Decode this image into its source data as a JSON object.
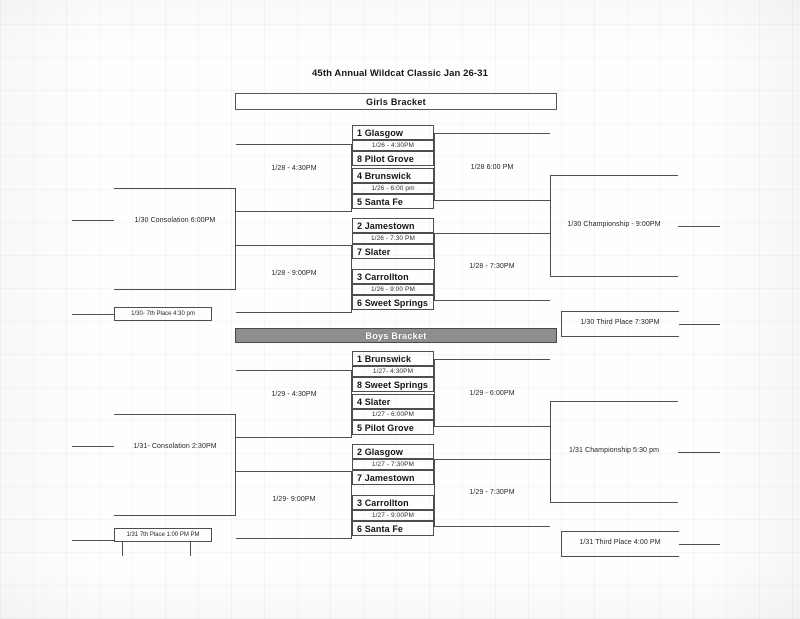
{
  "document": {
    "title": "45th Annual Wildcat Classic Jan 26-31"
  },
  "girls": {
    "header": "Girls Bracket",
    "round1": [
      {
        "seed_team": "1 Glasgow",
        "game": "1/26 - 4:30PM",
        "opponent": "8 Pilot Grove"
      },
      {
        "seed_team": "4 Brunswick",
        "game": "1/26 - 6:00 pm",
        "opponent": "5 Santa Fe"
      },
      {
        "seed_team": "2 Jamestown",
        "game": "1/26 - 7:30 PM",
        "opponent": "7 Slater"
      },
      {
        "seed_team": "3 Carrollton",
        "game": "1/26 - 9:00 PM",
        "opponent": "6 Sweet Springs"
      }
    ],
    "semifinals": [
      "1/28 6:00 PM",
      "1/28 - 7:30PM"
    ],
    "losers_semifinals": [
      "1/28 - 4:30PM",
      "1/28 - 9:00PM"
    ],
    "championship": "1/30 Championship - 9:00PM",
    "consolation": "1/30 Consolation 6:00PM",
    "third_place": "1/30 Third Place 7:30PM",
    "seventh_place": "1/30- 7th Place 4:30 pm"
  },
  "boys": {
    "header": "Boys Bracket",
    "round1": [
      {
        "seed_team": "1 Brunswick",
        "game": "1/27- 4:30PM",
        "opponent": "8 Sweet Springs"
      },
      {
        "seed_team": "4 Slater",
        "game": "1/27 - 6:00PM",
        "opponent": "5 Pilot Grove"
      },
      {
        "seed_team": "2 Glasgow",
        "game": "1/27 - 7:30PM",
        "opponent": "7 Jamestown"
      },
      {
        "seed_team": "3 Carrollton",
        "game": "1/27 - 9:00PM",
        "opponent": "6 Santa Fe"
      }
    ],
    "semifinals": [
      "1/29 - 6:00PM",
      "1/29 - 7:30PM"
    ],
    "losers_semifinals": [
      "1/29 - 4:30PM",
      "1/29- 9:00PM"
    ],
    "championship": "1/31 Championship 5:30 pm",
    "consolation": "1/31- Consolation 2:30PM",
    "third_place": "1/31 Third Place 4:00 PM",
    "seventh_place": "1/31 7th Place 1:00 PM PM"
  },
  "colors": {
    "ink": "#1c1c1c",
    "rule": "#4e4e52",
    "boys_bar_fill": "#8e8e90",
    "paper": "#fefefe"
  }
}
